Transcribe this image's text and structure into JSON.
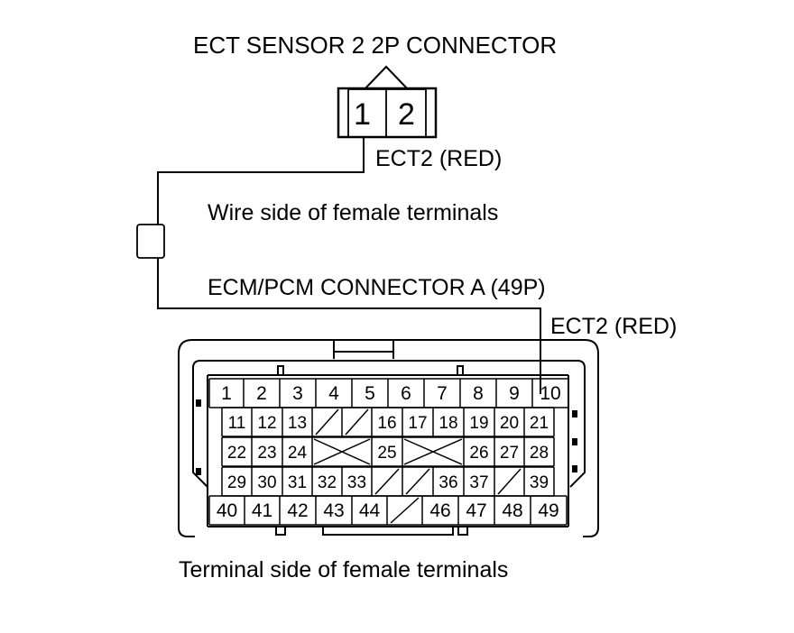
{
  "labels": {
    "ect_sensor_title": "ECT SENSOR 2 2P CONNECTOR",
    "ect2_top": "ECT2 (RED)",
    "wire_side": "Wire side of female terminals",
    "ecm_title": "ECM/PCM CONNECTOR A (49P)",
    "ect2_bottom": "ECT2 (RED)",
    "terminal_side": "Terminal side of female terminals"
  },
  "sensor_connector": {
    "pins": [
      "1",
      "2"
    ]
  },
  "ecm_connector": {
    "rows": [
      [
        "1",
        "2",
        "3",
        "4",
        "5",
        "6",
        "7",
        "8",
        "9",
        "10"
      ],
      [
        "11",
        "12",
        "13",
        "",
        "16",
        "17",
        "18",
        "19",
        "20",
        "21"
      ],
      [
        "22",
        "23",
        "24",
        "",
        "25",
        "",
        "26",
        "27",
        "28"
      ],
      [
        "29",
        "30",
        "31",
        "32",
        "33",
        "",
        "",
        "36",
        "37",
        "",
        "39"
      ],
      [
        "40",
        "41",
        "42",
        "43",
        "44",
        "",
        "46",
        "47",
        "48",
        "49"
      ]
    ]
  },
  "colors": {
    "line": "#000000",
    "background": "#ffffff"
  }
}
